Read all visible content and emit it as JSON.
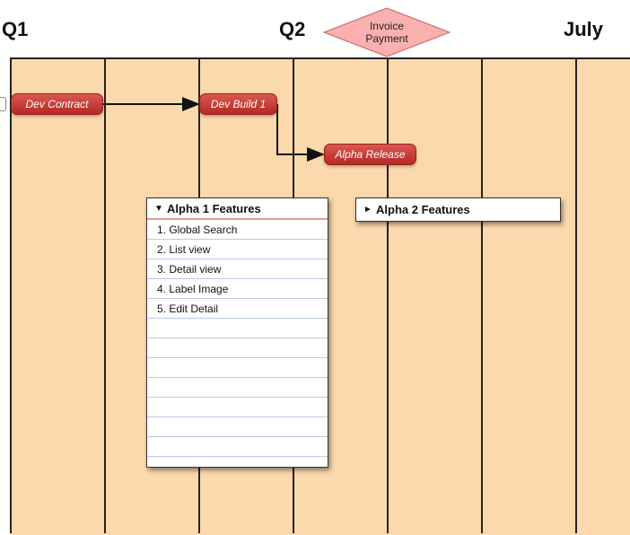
{
  "quarters": {
    "q1": "Q1",
    "q2": "Q2",
    "july": "July"
  },
  "milestone": {
    "label": "Invoice\nPayment",
    "shape": "diamond",
    "color": "#f9b0ae"
  },
  "tasks": {
    "dev_contract": "Dev Contract",
    "dev_build": "Dev Build 1",
    "alpha_release": "Alpha Release",
    "color": "#c7362f"
  },
  "cards": {
    "alpha1": {
      "title": "Alpha 1 Features",
      "expanded": true,
      "items": [
        "1. Global Search",
        "2. List view",
        "3. Detail view",
        "4. Label Image",
        "5. Edit Detail"
      ]
    },
    "alpha2": {
      "title": "Alpha 2 Features",
      "expanded": false
    }
  },
  "colors": {
    "timeline_bg": "#fbd9ac",
    "grid_line": "#222222"
  }
}
